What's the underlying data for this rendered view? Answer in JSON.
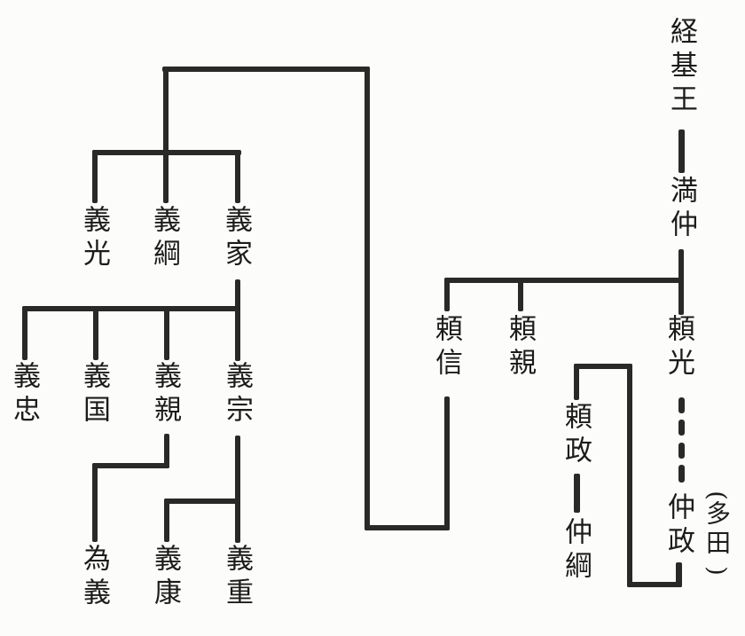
{
  "diagram": {
    "type": "family-tree",
    "script": "japanese-vertical",
    "colors": {
      "background": "#fcfcfa",
      "line": "#292927",
      "text": "#1c1c1a"
    },
    "people": {
      "tsunemoto": "経基王",
      "mitsunaka": "満仲",
      "yorimitsu": "頼光",
      "yorichika": "頼親",
      "yorinobu": "頼信",
      "nakamasa": "仲政",
      "yorimasa": "頼政",
      "nakatsuna": "仲綱",
      "yoshimitsu": "義光",
      "yoshitsuna": "義綱",
      "yoshiie": "義家",
      "yoshitada": "義忠",
      "yoshikuni": "義国",
      "yoshichika": "義親",
      "yoshimune": "義宗",
      "tameyoshi": "為義",
      "yoshiyasu": "義康",
      "yoshishige": "義重"
    },
    "annotation": {
      "open_paren": "(",
      "label": "多田",
      "close_paren": ")",
      "attached_to": "仲政"
    },
    "edges": [
      {
        "from": "経基王",
        "to": "満仲",
        "style": "solid"
      },
      {
        "from": "満仲",
        "to": "頼信",
        "style": "solid"
      },
      {
        "from": "満仲",
        "to": "頼親",
        "style": "solid"
      },
      {
        "from": "満仲",
        "to": "頼光",
        "style": "solid"
      },
      {
        "from": "頼光",
        "to": "仲政",
        "style": "dashed"
      },
      {
        "from": "仲政",
        "to": "頼政",
        "style": "solid"
      },
      {
        "from": "頼政",
        "to": "仲綱",
        "style": "solid"
      },
      {
        "from": "頼信",
        "to": "義光",
        "style": "solid"
      },
      {
        "from": "頼信",
        "to": "義綱",
        "style": "solid"
      },
      {
        "from": "頼信",
        "to": "義家",
        "style": "solid"
      },
      {
        "from": "義家",
        "to": "義忠",
        "style": "solid"
      },
      {
        "from": "義家",
        "to": "義国",
        "style": "solid"
      },
      {
        "from": "義家",
        "to": "義親",
        "style": "solid"
      },
      {
        "from": "義家",
        "to": "義宗",
        "style": "solid"
      },
      {
        "from": "義親",
        "to": "為義",
        "style": "solid"
      },
      {
        "from": "義宗",
        "to": "義康",
        "style": "solid"
      },
      {
        "from": "義宗",
        "to": "義重",
        "style": "solid"
      }
    ]
  }
}
